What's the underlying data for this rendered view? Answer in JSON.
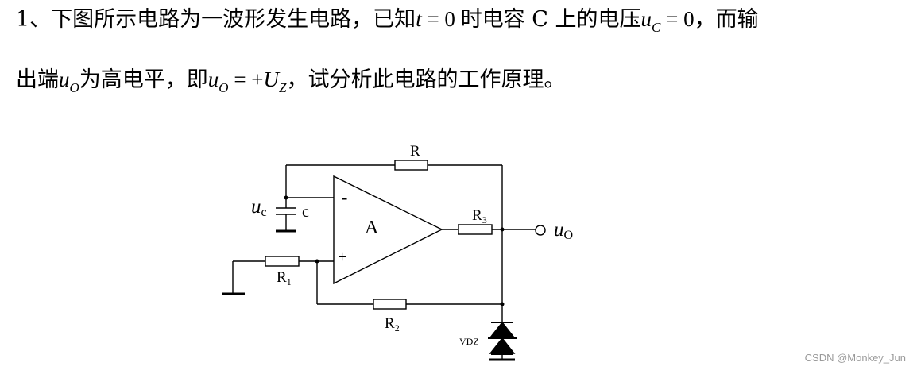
{
  "question": {
    "number": "1、",
    "line1_a": "下图所示电路为一波形发生电路，已知",
    "t_var": "t",
    "eq_zero_1": " = 0 ",
    "line1_b": "时电容 C 上的电压",
    "uc_var": "u",
    "uc_sub": "C",
    "eq_zero_2": " = 0",
    "line1_c": "，而输",
    "line2_a": "出端",
    "uo_var": "u",
    "uo_sub": "O",
    "line2_b": "为高电平，即",
    "uo2_var": "u",
    "uo2_sub": "O",
    "eq_plus": " = +",
    "uz_var": "U",
    "uz_sub": "Z",
    "line2_c": "，试分析此电路的工作原理。"
  },
  "circuit": {
    "R_label": "R",
    "R1_main": "R",
    "R1_sub": "1",
    "R2_main": "R",
    "R2_sub": "2",
    "R3_main": "R",
    "R3_sub": "3",
    "uc_main": "u",
    "uc_sub": "c",
    "cap_label": "c",
    "opamp_label": "A",
    "minus_label": "-",
    "plus_label": "+",
    "out_main": "u",
    "out_sub": "O",
    "vdz_label": "VDZ"
  },
  "watermark": "CSDN @Monkey_Jun"
}
